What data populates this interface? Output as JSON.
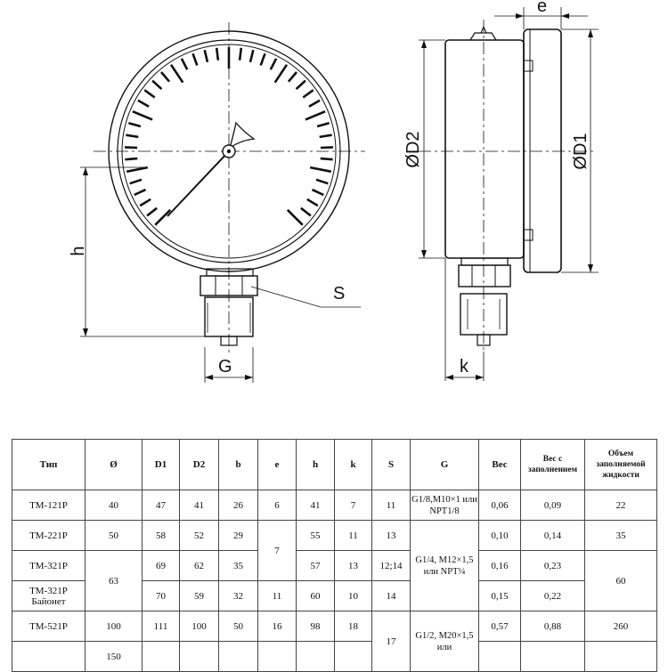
{
  "drawing": {
    "labels": {
      "h": "h",
      "s": "S",
      "g": "G",
      "k": "k",
      "e": "e",
      "d1": "ØD1",
      "d2": "ØD2"
    }
  },
  "table": {
    "headers": {
      "type": "Тип",
      "dia": "Ø",
      "d1": "D1",
      "d2": "D2",
      "b": "b",
      "e": "e",
      "h": "h",
      "k": "k",
      "s": "S",
      "g": "G",
      "weight": "Вес",
      "weight_filled": "Вес с заполнением",
      "fill_volume": "Объем заполняемой жидкости"
    },
    "rows": {
      "r1": {
        "type": "ТМ-121Р",
        "dia": "40",
        "d1": "47",
        "d2": "41",
        "b": "26",
        "e": "6",
        "h": "41",
        "k": "7",
        "s": "11",
        "g": "G1/8,M10×1 или NPT1/8",
        "weight": "0,06",
        "weight_filled": "0,09",
        "fill_volume": "22"
      },
      "r2": {
        "type": "ТМ-221Р",
        "dia": "50",
        "d1": "58",
        "d2": "52",
        "b": "29",
        "e": "7",
        "h": "55",
        "k": "11",
        "s": "13",
        "g": "G1/4, M12×1,5 или NPT¼",
        "weight": "0,10",
        "weight_filled": "0,14",
        "fill_volume": "35"
      },
      "r3": {
        "type": "ТМ-321Р",
        "dia": "63",
        "d1": "69",
        "d2": "62",
        "b": "35",
        "h": "57",
        "k": "13",
        "s": "12;14",
        "weight": "0,16",
        "weight_filled": "0,23",
        "fill_volume": "60"
      },
      "r4": {
        "type": "ТМ-321Р Байонет",
        "d1": "70",
        "d2": "59",
        "b": "32",
        "e": "11",
        "h": "60",
        "k": "10",
        "s": "14",
        "weight": "0,15",
        "weight_filled": "0,22"
      },
      "r5": {
        "type": "ТМ-521Р",
        "dia": "100",
        "d1": "111",
        "d2": "100",
        "b": "50",
        "e": "16",
        "h": "98",
        "k": "18",
        "s": "17",
        "g": "G1/2, M20×1,5 или",
        "weight": "0,57",
        "weight_filled": "0,88",
        "fill_volume": "260"
      },
      "r6": {
        "dia": "150"
      }
    }
  }
}
